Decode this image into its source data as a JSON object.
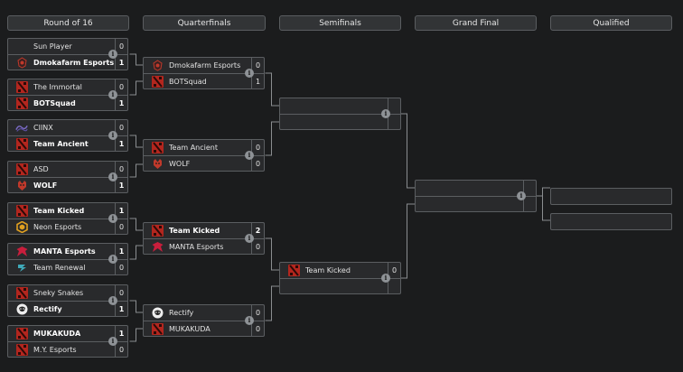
{
  "headers": [
    "Round of 16",
    "Quarterfinals",
    "Semifinals",
    "Grand Final",
    "Qualified"
  ],
  "info_glyph": "i",
  "round_of_16": [
    {
      "teams": [
        {
          "name": "Sun Player",
          "score": "0",
          "win": false,
          "logo": "none"
        },
        {
          "name": "Dmokafarm Esports",
          "score": "1",
          "win": true,
          "logo": "dmoka"
        }
      ]
    },
    {
      "teams": [
        {
          "name": "The Immortal",
          "score": "0",
          "win": false,
          "logo": "dota"
        },
        {
          "name": "BOTSquad",
          "score": "1",
          "win": true,
          "logo": "dota"
        }
      ]
    },
    {
      "teams": [
        {
          "name": "CIINX",
          "score": "0",
          "win": false,
          "logo": "ciinx"
        },
        {
          "name": "Team Ancient",
          "score": "1",
          "win": true,
          "logo": "dota"
        }
      ]
    },
    {
      "teams": [
        {
          "name": "ASD",
          "score": "0",
          "win": false,
          "logo": "dota"
        },
        {
          "name": "WOLF",
          "score": "1",
          "win": true,
          "logo": "wolf"
        }
      ]
    },
    {
      "teams": [
        {
          "name": "Team Kicked",
          "score": "1",
          "win": true,
          "logo": "dota"
        },
        {
          "name": "Neon Esports",
          "score": "0",
          "win": false,
          "logo": "neon"
        }
      ]
    },
    {
      "teams": [
        {
          "name": "MANTA Esports",
          "score": "1",
          "win": true,
          "logo": "manta"
        },
        {
          "name": "Team Renewal",
          "score": "0",
          "win": false,
          "logo": "renewal"
        }
      ]
    },
    {
      "teams": [
        {
          "name": "Sneky Snakes",
          "score": "0",
          "win": false,
          "logo": "dota"
        },
        {
          "name": "Rectify",
          "score": "1",
          "win": true,
          "logo": "rectify"
        }
      ]
    },
    {
      "teams": [
        {
          "name": "MUKAKUDA",
          "score": "1",
          "win": true,
          "logo": "dota"
        },
        {
          "name": "M.Y. Esports",
          "score": "0",
          "win": false,
          "logo": "dota"
        }
      ]
    }
  ],
  "quarterfinals": [
    {
      "teams": [
        {
          "name": "Dmokafarm Esports",
          "score": "0",
          "win": false,
          "logo": "dmoka"
        },
        {
          "name": "BOTSquad",
          "score": "1",
          "win": false,
          "logo": "dota"
        }
      ]
    },
    {
      "teams": [
        {
          "name": "Team Ancient",
          "score": "0",
          "win": false,
          "logo": "dota"
        },
        {
          "name": "WOLF",
          "score": "0",
          "win": false,
          "logo": "wolf"
        }
      ]
    },
    {
      "teams": [
        {
          "name": "Team Kicked",
          "score": "2",
          "win": true,
          "logo": "dota"
        },
        {
          "name": "MANTA Esports",
          "score": "0",
          "win": false,
          "logo": "manta"
        }
      ]
    },
    {
      "teams": [
        {
          "name": "Rectify",
          "score": "0",
          "win": false,
          "logo": "rectify"
        },
        {
          "name": "MUKAKUDA",
          "score": "0",
          "win": false,
          "logo": "dota"
        }
      ]
    }
  ],
  "semifinals": [
    {
      "teams": [
        {
          "name": "",
          "score": "",
          "win": false,
          "logo": "empty"
        },
        {
          "name": "",
          "score": "",
          "win": false,
          "logo": "empty"
        }
      ]
    },
    {
      "teams": [
        {
          "name": "Team Kicked",
          "score": "0",
          "win": false,
          "logo": "dota"
        },
        {
          "name": "",
          "score": "",
          "win": false,
          "logo": "empty"
        }
      ]
    }
  ],
  "grand_final": [
    {
      "teams": [
        {
          "name": "",
          "score": "",
          "win": false,
          "logo": "empty"
        },
        {
          "name": "",
          "score": "",
          "win": false,
          "logo": "empty"
        }
      ]
    }
  ],
  "qualified": [
    "",
    ""
  ],
  "colors": {
    "dota": "#b3261e",
    "wolf": "#c0392b",
    "neon": "#e0a020",
    "manta": "#c81e3c",
    "renewal": "#3fa9b8"
  }
}
